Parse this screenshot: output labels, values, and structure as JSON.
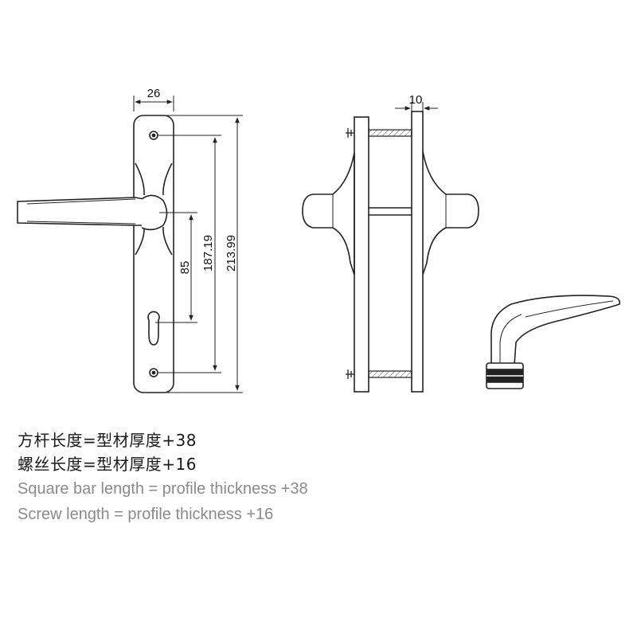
{
  "dimensions": {
    "plate_width": "26",
    "spindle_offset": "85",
    "screw_spacing": "187.19",
    "plate_length": "213.99",
    "plate_gap": "10"
  },
  "notes": {
    "square_bar_zh": "方杆长度=型材厚度+38",
    "screw_zh": "螺丝长度=型材厚度+16",
    "square_bar_en": "Square bar length = profile thickness +38",
    "screw_en": "Screw length = profile thickness +16"
  },
  "colors": {
    "line": "#222222",
    "note_primary": "#1a1a1a",
    "note_secondary": "#8a8a8a"
  }
}
